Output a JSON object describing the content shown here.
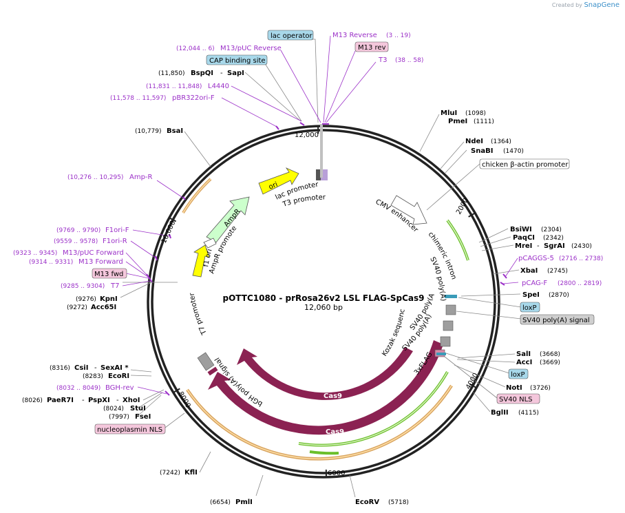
{
  "brand": {
    "created_by": "Created by",
    "product": "SnapGene"
  },
  "map": {
    "title": "pOTTC1080 - prRosa26v2 LSL FLAG-SpCas9",
    "size_label": "12,060 bp",
    "length_bp": 12060
  },
  "colors": {
    "enzyme": "#000000",
    "primer": "#9b30c8",
    "cas9": "#8b2252",
    "orf_outline": "#e6a64a",
    "orf_green": "#6bbf2a",
    "promoter_yellow": "#ffff00",
    "ampr_green": "#ccffcc",
    "label_box_blue": "#a8d8ea",
    "label_box_pink": "#f4c7dc",
    "label_box_grey": "#cfcfcf",
    "feature_grey": "#9e9e9e"
  },
  "ticks": [
    {
      "label": "12,000",
      "bp": 12000
    },
    {
      "label": "2000",
      "bp": 2000
    },
    {
      "label": "4000",
      "bp": 4000
    },
    {
      "label": "6000",
      "bp": 6000
    },
    {
      "label": "8000",
      "bp": 8000
    },
    {
      "label": "10,000",
      "bp": 10000
    }
  ],
  "enzymes_right": [
    {
      "name": "MluI",
      "pos": "(1098)"
    },
    {
      "name": "PmeI",
      "pos": "(1111)"
    },
    {
      "name": "NdeI",
      "pos": "(1364)"
    },
    {
      "name": "SnaBI",
      "pos": "(1470)"
    },
    {
      "name": "BsiWI",
      "pos": "(2304)"
    },
    {
      "name": "PaqCI",
      "pos": "(2342)"
    },
    {
      "name": "MreI",
      "name2": "SgrAI",
      "pos": "(2430)"
    },
    {
      "name": "XbaI",
      "pos": "(2745)"
    },
    {
      "name": "SpeI",
      "pos": "(2870)"
    },
    {
      "name": "SalI",
      "pos": "(3668)"
    },
    {
      "name": "AccI",
      "pos": "(3669)"
    },
    {
      "name": "NotI",
      "pos": "(3726)"
    },
    {
      "name": "BglII",
      "pos": "(4115)"
    },
    {
      "name": "EcoRV",
      "pos": "(5718)"
    }
  ],
  "enzymes_left": [
    {
      "name": "BspQI",
      "name2": "SapI",
      "pos": "(11,850)"
    },
    {
      "name": "BsaI",
      "pos": "(10,779)"
    },
    {
      "name": "KpnI",
      "pos": "(9276)"
    },
    {
      "name": "Acc65I",
      "pos": "(9272)"
    },
    {
      "name": "CsiI",
      "name2": "SexAI *",
      "pos": "(8316)"
    },
    {
      "name": "EcoRI",
      "pos": "(8283)"
    },
    {
      "name": "PaeR7I",
      "name2": "PspXI",
      "name3": "XhoI",
      "pos": "(8026)"
    },
    {
      "name": "StuI",
      "pos": "(8024)"
    },
    {
      "name": "FseI",
      "pos": "(7997)"
    },
    {
      "name": "KflI",
      "pos": "(7242)"
    },
    {
      "name": "PmlI",
      "pos": "(6654)"
    }
  ],
  "primers": [
    {
      "name": "M13 Reverse",
      "range": "(3 .. 19)"
    },
    {
      "name": "T3",
      "range": "(38 .. 58)"
    },
    {
      "name": "M13/pUC Reverse",
      "range": "(12,044 .. 6)"
    },
    {
      "name": "L4440",
      "range": "(11,831 .. 11,848)"
    },
    {
      "name": "pBR322ori-F",
      "range": "(11,578 .. 11,597)"
    },
    {
      "name": "Amp-R",
      "range": "(10,276 .. 10,295)"
    },
    {
      "name": "F1ori-F",
      "range": "(9769 .. 9790)"
    },
    {
      "name": "F1ori-R",
      "range": "(9559 .. 9578)"
    },
    {
      "name": "M13/pUC Forward",
      "range": "(9323 .. 9345)"
    },
    {
      "name": "M13 Forward",
      "range": "(9314 .. 9331)"
    },
    {
      "name": "T7",
      "range": "(9285 .. 9304)"
    },
    {
      "name": "BGH-rev",
      "range": "(8032 .. 8049)"
    },
    {
      "name": "pCAGGS-5",
      "range": "(2716 .. 2738)"
    },
    {
      "name": "pCAG-F",
      "range": "(2800 .. 2819)"
    }
  ],
  "boxed_labels": [
    {
      "text": "lac operator",
      "style": "blue"
    },
    {
      "text": "M13 rev",
      "style": "pink"
    },
    {
      "text": "CAP binding site",
      "style": "blue"
    },
    {
      "text": "chicken β-actin promoter",
      "style": "white"
    },
    {
      "text": "loxP",
      "style": "blue"
    },
    {
      "text": "SV40 poly(A) signal",
      "style": "grey"
    },
    {
      "text": "loxP",
      "style": "blue"
    },
    {
      "text": "SV40 NLS",
      "style": "pink"
    },
    {
      "text": "M13 fwd",
      "style": "pink"
    },
    {
      "text": "nucleoplasmin NLS",
      "style": "pink"
    }
  ],
  "feature_labels": {
    "lac_promoter": "lac promoter",
    "t3_promoter": "T3 promoter",
    "ori": "ori",
    "ampr": "AmpR",
    "ampr_promoter": "AmpR promoter",
    "f1_ori": "f1 ori",
    "t7_promoter": "T7 promoter",
    "cmv_enhancer": "CMV enhancer",
    "chimeric_intron": "chimeric intron",
    "sv40_polya_1": "SV40 poly(A) signal",
    "sv40_polya_2": "SV40 poly(A) signal",
    "sv40_polya_3": "SV40 poly(A) signal",
    "kozak": "Kozak sequence",
    "flag3x": "3xFLAG",
    "bgh_polya": "bGH poly(A) signal",
    "cas9_a": "Cas9",
    "cas9_b": "Cas9"
  }
}
